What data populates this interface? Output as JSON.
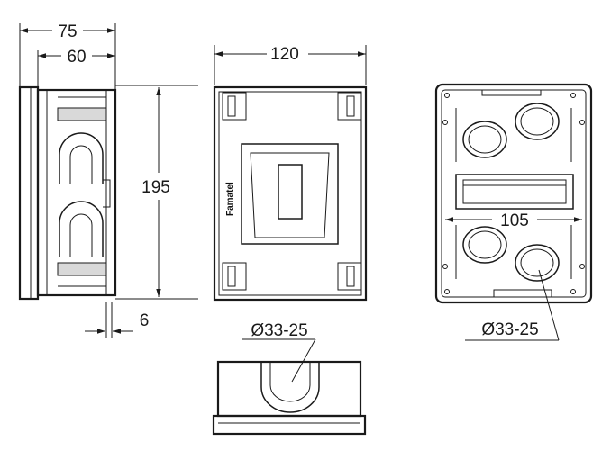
{
  "drawing": {
    "brand_label": "Famatel",
    "dimensions": {
      "side_total_depth": "75",
      "side_box_depth": "60",
      "height": "195",
      "flange": "6",
      "front_width": "120",
      "knockout_bottom": "Ø33-25",
      "rear_spacing": "105",
      "knockout_rear": "Ø33-25"
    }
  }
}
